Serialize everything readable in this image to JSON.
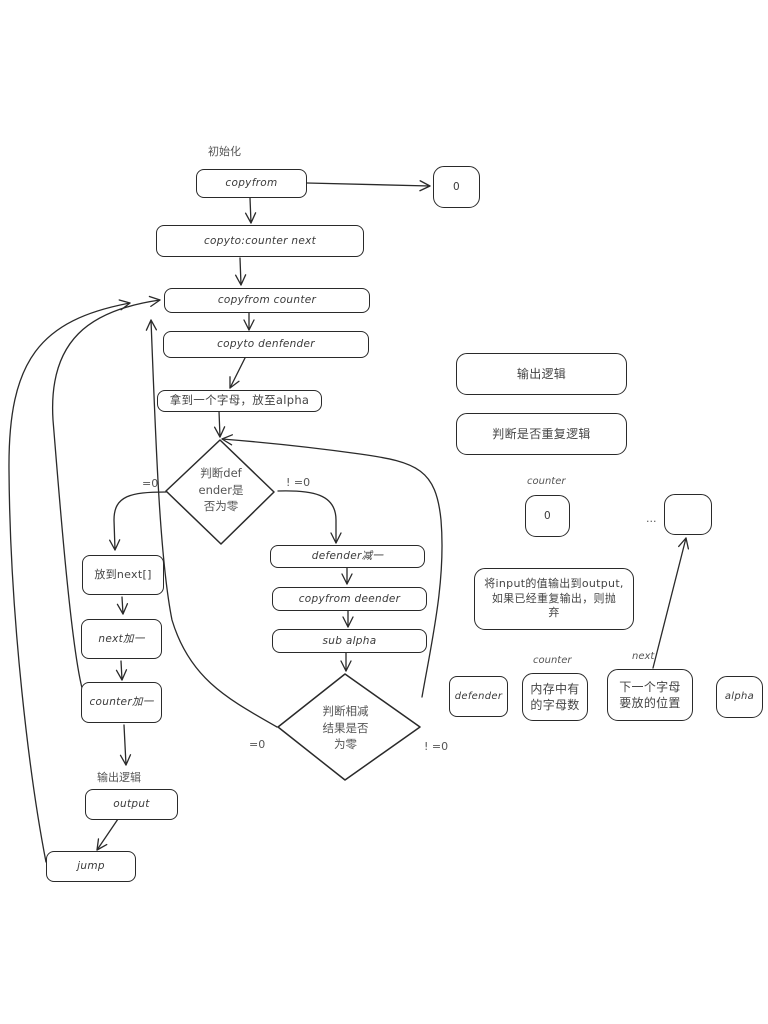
{
  "title_label": "初始化",
  "nodes": {
    "copyfrom": "copyfrom",
    "zero_box": "0",
    "copyto_counter_next": "copyto:counter next",
    "copyfrom_counter": "copyfrom counter",
    "copyto_defender": "copyto denfender",
    "take_letter": "拿到一个字母，放至alpha",
    "diamond_defender": "判断def\nender是\n否为零",
    "put_next": "放到next[]",
    "next_inc": "next加一",
    "counter_inc": "counter加一",
    "defender_dec": "defender减一",
    "copyfrom_deender": "copyfrom deender",
    "sub_alpha": "sub alpha",
    "diamond_sub": "判断相减\n结果是否\n为零",
    "output": "output",
    "jump": "jump"
  },
  "edge_labels": {
    "d1_eq0": "=0",
    "d1_neq0": "! =0",
    "d2_eq0": "=0",
    "d2_neq0": "! =0"
  },
  "output_logic_label": "输出逻辑",
  "legend": {
    "output_logic": "输出逻辑",
    "dup_logic": "判断是否重复逻辑",
    "counter_label": "counter",
    "counter_value": "0",
    "ellipsis": "...",
    "empty_cell": "",
    "description": "将input的值输出到output,\n如果已经重复输出，则抛\n弃",
    "vars": [
      {
        "name": "defender",
        "label": "",
        "text": "defender"
      },
      {
        "name": "counter",
        "label": "counter",
        "text": "内存中有\n的字母数"
      },
      {
        "name": "next",
        "label": "next",
        "text": "下一个字母\n要放的位置"
      },
      {
        "name": "alpha",
        "label": "",
        "text": "alpha"
      }
    ]
  }
}
